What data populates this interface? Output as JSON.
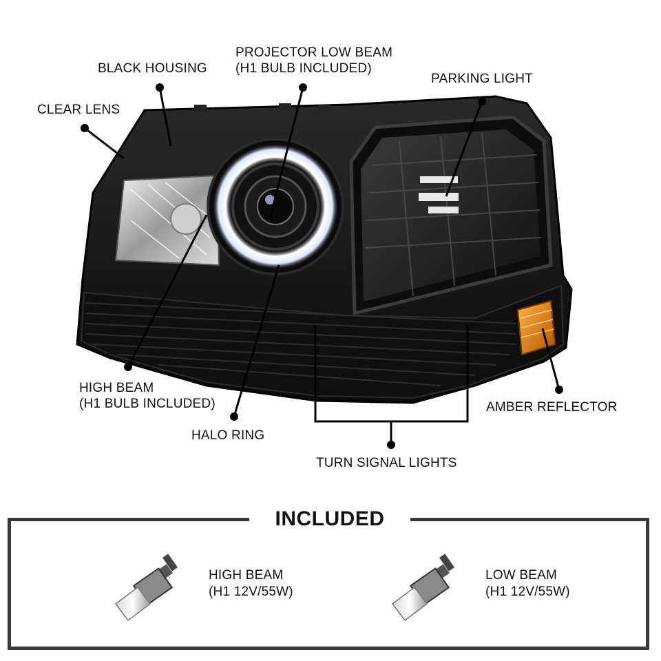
{
  "callouts": {
    "projector_low_beam": [
      "PROJECTOR LOW BEAM",
      "(H1 BULB INCLUDED)"
    ],
    "black_housing": "BLACK HOUSING",
    "clear_lens": "CLEAR LENS",
    "parking_light": "PARKING LIGHT",
    "high_beam": [
      "HIGH BEAM",
      "(H1 BULB INCLUDED)"
    ],
    "halo_ring": "HALO RING",
    "turn_signal_lights": "TURN SIGNAL LIGHTS",
    "amber_reflector": "AMBER REFLECTOR"
  },
  "included": {
    "title": "INCLUDED",
    "items": [
      {
        "name": "HIGH BEAM",
        "spec": "(H1 12V/55W)"
      },
      {
        "name": "LOW BEAM",
        "spec": "(H1 12V/55W)"
      }
    ]
  },
  "colors": {
    "housing": "#111111",
    "frame_border": "#3a3a3a",
    "amber": "#e07a10",
    "halo": "#f4f6ff"
  }
}
